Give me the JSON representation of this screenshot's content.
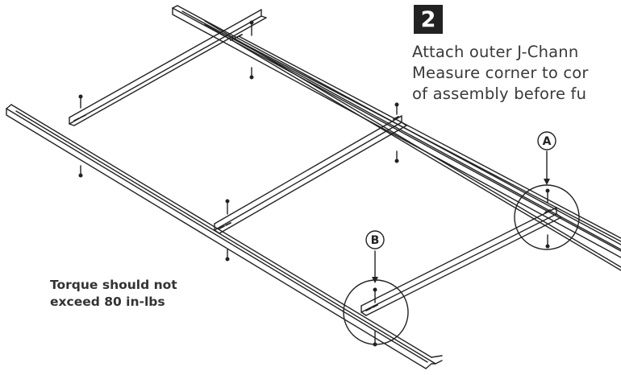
{
  "step": {
    "number": "2"
  },
  "instructions": {
    "lines": [
      "Attach outer J-Chann",
      "Measure corner to cor",
      "of assembly before fu"
    ]
  },
  "torque_note": {
    "lines": [
      "Torque should not",
      "exceed 80 in-lbs"
    ]
  },
  "callouts": {
    "a": "A",
    "b": "B"
  },
  "colors": {
    "line": "#222222",
    "text": "#3a3a3a",
    "badge": "#222222"
  }
}
